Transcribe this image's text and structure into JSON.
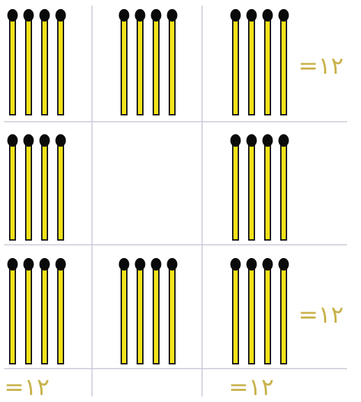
{
  "grid": {
    "line_color": "#c8c8d8",
    "match_body_color": "#f2e21a",
    "match_outline_color": "#1a1a1a",
    "match_head_color": "#0a0a0a",
    "cells": [
      {
        "position": "top-left",
        "matches": 4
      },
      {
        "position": "top-middle",
        "matches": 4
      },
      {
        "position": "top-right",
        "matches": 4
      },
      {
        "position": "middle-left",
        "matches": 4
      },
      {
        "position": "center",
        "matches": 0
      },
      {
        "position": "middle-right",
        "matches": 4
      },
      {
        "position": "bottom-left",
        "matches": 4
      },
      {
        "position": "bottom-middle",
        "matches": 4
      },
      {
        "position": "bottom-right",
        "matches": 4
      }
    ]
  },
  "sums": {
    "color": "#c8b24a",
    "top_row": "=١٢",
    "bottom_row": "=١٢",
    "left_column": "=١٢",
    "right_column": "=١٢"
  }
}
